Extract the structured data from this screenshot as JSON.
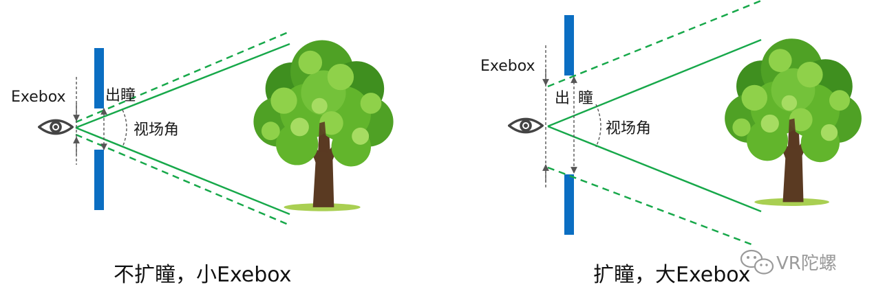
{
  "colors": {
    "ray": "#17a84a",
    "screen": "#0b6ec2",
    "guide": "#555555",
    "trunk": "#5a3a22",
    "leaf_dark": "#3f8f1f",
    "leaf_mid": "#62b52c",
    "leaf_light": "#8fd14a",
    "text": "#1a1a1a",
    "watermark": "#9a9a9a"
  },
  "icons": {
    "eye": "eye-icon",
    "tree": "tree-illustration",
    "watermark": "wechat-icon"
  },
  "left_panel": {
    "eyebox_label": "Exebox",
    "pupil_label": "出瞳",
    "fov_label": "视场角",
    "caption": "不扩瞳，小Exebox"
  },
  "right_panel": {
    "eyebox_label": "Exebox",
    "pupil_label_1": "出",
    "pupil_label_2": "瞳",
    "fov_label": "视场角",
    "caption": "扩瞳，大Exebox"
  },
  "watermark": {
    "text": "VR陀螺"
  }
}
